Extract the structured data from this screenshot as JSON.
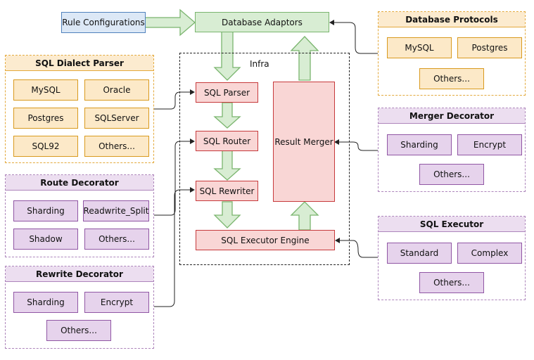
{
  "title_boxes": {
    "rule_configurations": "Rule Configurations",
    "database_adaptors": "Database Adaptors",
    "infra": "Infra"
  },
  "core": {
    "sql_parser": "SQL Parser",
    "sql_router": "SQL Router",
    "sql_rewriter": "SQL Rewriter",
    "sql_executor_engine": "SQL Executor Engine",
    "result_merger": "Result Merger"
  },
  "sql_dialect_parser": {
    "title": "SQL Dialect Parser",
    "items": [
      "MySQL",
      "Oracle",
      "Postgres",
      "SQLServer",
      "SQL92",
      "Others..."
    ]
  },
  "route_decorator": {
    "title": "Route Decorator",
    "items": [
      "Sharding",
      "Readwrite_Split",
      "Shadow",
      "Others..."
    ]
  },
  "rewrite_decorator": {
    "title": "Rewrite Decorator",
    "items": [
      "Sharding",
      "Encrypt",
      "Others..."
    ]
  },
  "database_protocols": {
    "title": "Database Protocols",
    "items": [
      "MySQL",
      "Postgres",
      "Others..."
    ]
  },
  "merger_decorator": {
    "title": "Merger Decorator",
    "items": [
      "Sharding",
      "Encrypt",
      "Others..."
    ]
  },
  "sql_executor": {
    "title": "SQL Executor",
    "items": [
      "Standard",
      "Complex",
      "Others..."
    ]
  },
  "colors": {
    "orange_fill": "#fce9c8",
    "orange_stroke": "#d99a1e",
    "purple_fill": "#e6d3ec",
    "purple_stroke": "#9056a4",
    "red_fill": "#f9d6d5",
    "red_stroke": "#c6393b",
    "green_fill": "#d8edd3",
    "green_stroke": "#7ab56e",
    "blue_fill": "#dce8f6",
    "blue_stroke": "#4f81bc"
  }
}
